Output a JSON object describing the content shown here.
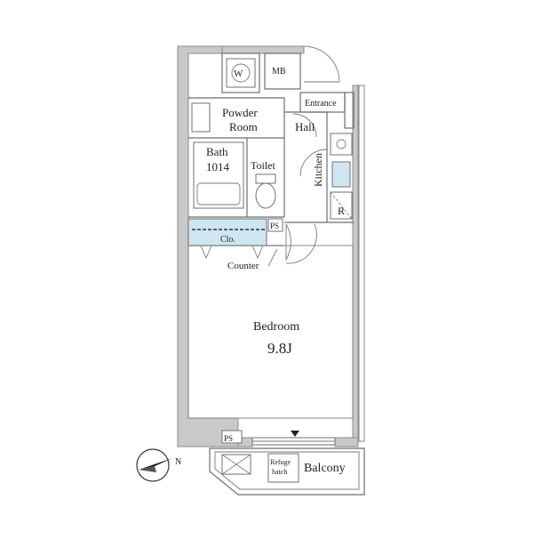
{
  "rooms": {
    "washer": "W",
    "mb": "MB",
    "entrance": "Entrance",
    "powder_room_line1": "Powder",
    "powder_room_line2": "Room",
    "hall": "Hall",
    "bath_line1": "Bath",
    "bath_line2": "1014",
    "toilet": "Toilet",
    "kitchen": "Kitchen",
    "refrigerator": "R",
    "ps_upper": "PS",
    "closet": "Clo.",
    "counter": "Counter",
    "bedroom": "Bedroom",
    "bedroom_size": "9.8J",
    "ps_lower": "PS",
    "refuge_hatch_line1": "Refuge",
    "refuge_hatch_line2": "hatch",
    "balcony": "Balcony"
  },
  "compass": {
    "label": "N"
  },
  "colors": {
    "wall": "#c9c9c9",
    "closet_fill": "#cfe6f2",
    "line": "#6e6e6e"
  }
}
